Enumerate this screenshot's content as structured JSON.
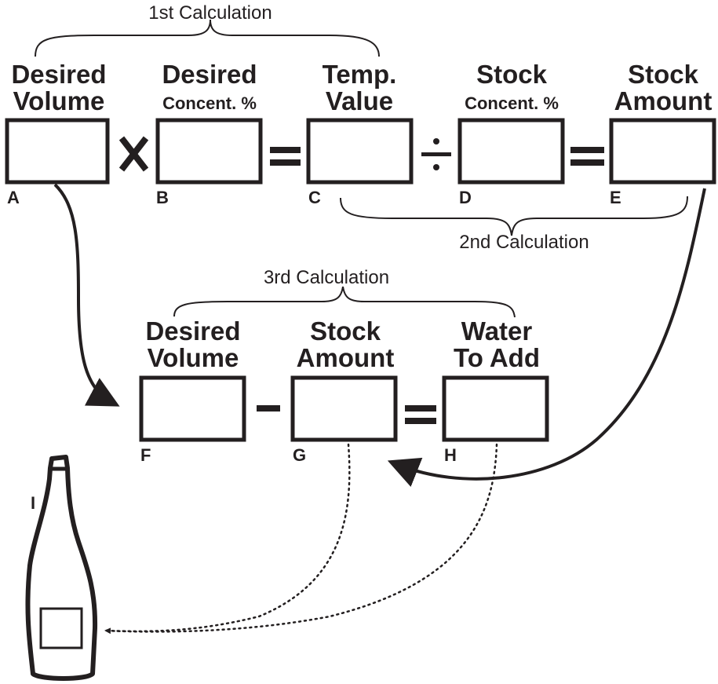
{
  "calculations": {
    "first": "1st Calculation",
    "second": "2nd Calculation",
    "third": "3rd Calculation"
  },
  "top_row": {
    "a": {
      "line1": "Desired",
      "line2": "Volume",
      "letter": "A"
    },
    "b": {
      "line1": "Desired",
      "line2": "Concent. %",
      "letter": "B"
    },
    "c": {
      "line1": "Temp.",
      "line2": "Value",
      "letter": "C"
    },
    "d": {
      "line1": "Stock",
      "line2": "Concent. %",
      "letter": "D"
    },
    "e": {
      "line1": "Stock",
      "line2": "Amount",
      "letter": "E"
    }
  },
  "bottom_row": {
    "f": {
      "line1": "Desired",
      "line2": "Volume",
      "letter": "F"
    },
    "g": {
      "line1": "Stock",
      "line2": "Amount",
      "letter": "G"
    },
    "h": {
      "line1": "Water",
      "line2": "To Add",
      "letter": "H"
    }
  },
  "bottle": {
    "letter": "I"
  }
}
